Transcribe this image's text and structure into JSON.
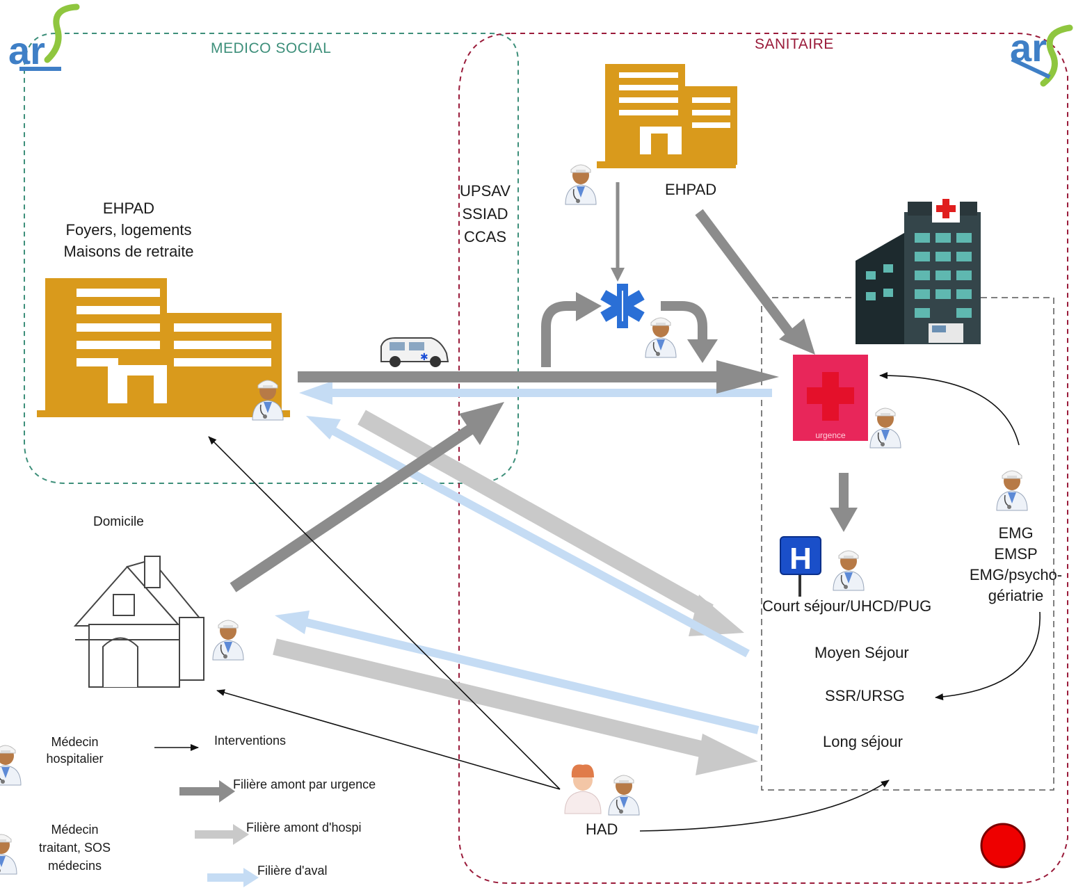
{
  "zones": {
    "medico_social": "MEDICO SOCIAL",
    "sanitaire": "SANITAIRE"
  },
  "logo_text": "arS",
  "labels": {
    "ehpad_left": [
      "EHPAD",
      "Foyers, logements",
      "Maisons de retraite"
    ],
    "upsav": [
      "UPSAV",
      "SSIAD",
      "CCAS"
    ],
    "ehpad_top": "EHPAD",
    "domicile": "Domicile",
    "emg": [
      "EMG",
      "EMSP",
      "EMG/psycho-",
      "gériatrie"
    ],
    "court_sejour": "Court séjour/UHCD/PUG",
    "moyen_sejour": "Moyen Séjour",
    "ssr": "SSR/URSG",
    "long_sejour": "Long séjour",
    "had": "HAD",
    "urgence_sign": "urgence",
    "hospital_sign": "H"
  },
  "legend": {
    "medecin_hospitalier": [
      "Médecin",
      "hospitalier"
    ],
    "medecin_traitant": [
      "Médecin",
      "traitant, SOS",
      "médecins"
    ],
    "interventions": "Interventions",
    "filiere_urgence": "Filière amont par urgence",
    "filiere_hospi": "Filière amont d'hospi",
    "filiere_aval": "Filière d'aval"
  },
  "colors": {
    "medico_border": "#3d8f7a",
    "sanitaire_border": "#9a1b3a",
    "building": "#d99a1c",
    "arrow_dark": "#8a8a8a",
    "arrow_light": "#c6c6c6",
    "arrow_aval": "#b8d4f2",
    "urgence": "#e8265a",
    "status_dot": "#ee0000"
  }
}
